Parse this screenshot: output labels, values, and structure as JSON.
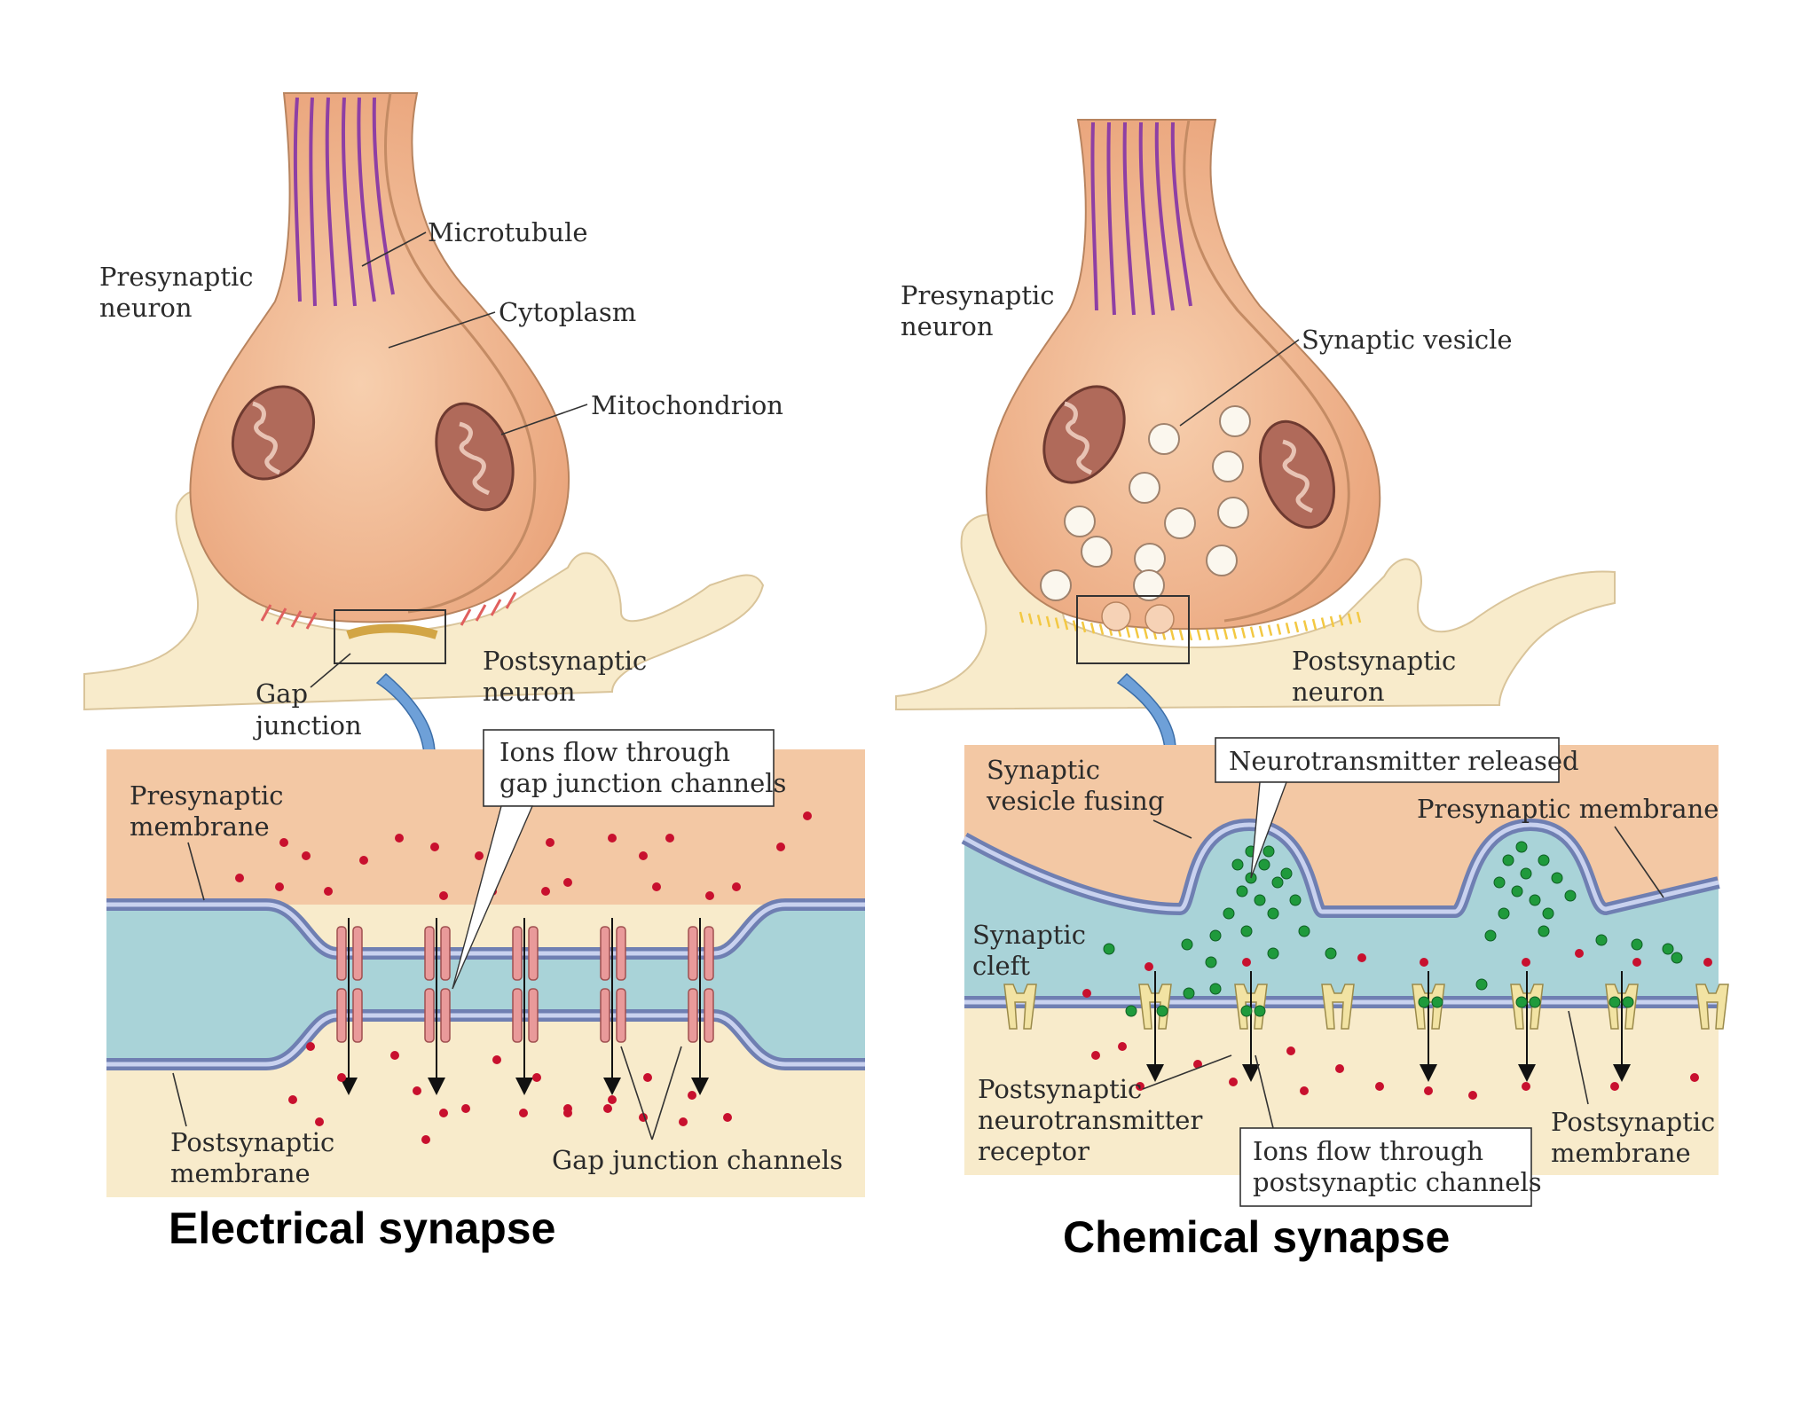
{
  "colors": {
    "neuron": "#f0b58e",
    "postsynaptic": "#f8ebcb",
    "cleft": "#a9d3d8",
    "membrane": "#6f7fb2",
    "mitochondrion": "#b06a5a",
    "microtubule": "#8e3fa4",
    "ion": "#c8102e",
    "neurotransmitter": "#1f9a3c",
    "channel": "#e99a9a",
    "receptor": "#f2e3a3",
    "arrow": "#6ea0d8"
  },
  "electrical": {
    "title": "Electrical synapse",
    "labels": {
      "presynaptic_neuron": [
        "Presynaptic",
        "neuron"
      ],
      "microtubule": "Microtubule",
      "cytoplasm": "Cytoplasm",
      "mitochondrion": "Mitochondrion",
      "postsynaptic_neuron": [
        "Postsynaptic",
        "neuron"
      ],
      "gap_junction": [
        "Gap",
        "junction"
      ],
      "presynaptic_membrane": [
        "Presynaptic",
        "membrane"
      ],
      "ions_flow": [
        "Ions flow through",
        "gap junction channels"
      ],
      "postsynaptic_membrane": [
        "Postsynaptic",
        "membrane"
      ],
      "gap_junction_channels": "Gap junction channels"
    }
  },
  "chemical": {
    "title": "Chemical synapse",
    "labels": {
      "presynaptic_neuron": [
        "Presynaptic",
        "neuron"
      ],
      "synaptic_vesicle": "Synaptic vesicle",
      "postsynaptic_neuron": [
        "Postsynaptic",
        "neuron"
      ],
      "vesicle_fusing": [
        "Synaptic",
        "vesicle fusing"
      ],
      "neurotransmitter_released": "Neurotransmitter released",
      "presynaptic_membrane": "Presynaptic membrane",
      "synaptic_cleft": [
        "Synaptic",
        "cleft"
      ],
      "receptor": [
        "Postsynaptic",
        "neurotransmitter",
        "receptor"
      ],
      "ions_flow": [
        "Ions flow through",
        "postsynaptic channels"
      ],
      "postsynaptic_membrane": [
        "Postsynaptic",
        "membrane"
      ]
    }
  }
}
